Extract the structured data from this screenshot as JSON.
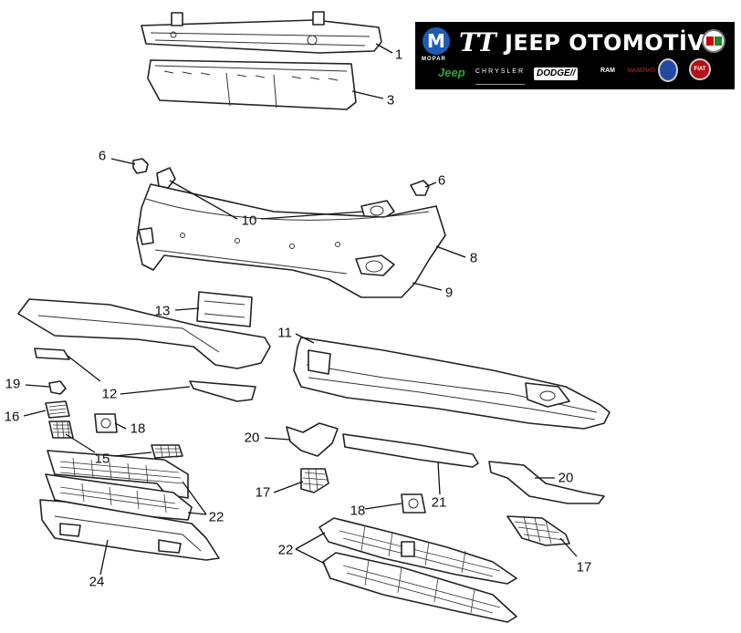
{
  "banner": {
    "tt_logo": "TT",
    "brand_name": "JEEP OTOMOTİV",
    "mopar_label": "MOPAR",
    "logos": {
      "jeep": "Jeep",
      "chrysler": "CHRYSLER",
      "dodge": "DODGE//",
      "ram": "RAM",
      "maserati": "MASERATI",
      "fiat": "FIAT"
    },
    "colors": {
      "background": "#000000",
      "text": "#ffffff",
      "mopar_blue": "#1d5bb8"
    }
  },
  "callouts": {
    "c1": "1",
    "c3": "3",
    "c6a": "6",
    "c6b": "6",
    "c10": "10",
    "c8": "8",
    "c9": "9",
    "c13": "13",
    "c11": "11",
    "c12": "12",
    "c19": "19",
    "c16": "16",
    "c18a": "18",
    "c15": "15",
    "c20a": "20",
    "c17a": "17",
    "c22a": "22",
    "c18b": "18",
    "c21": "21",
    "c20b": "20",
    "c22b": "22",
    "c24": "24",
    "c17b": "17"
  }
}
